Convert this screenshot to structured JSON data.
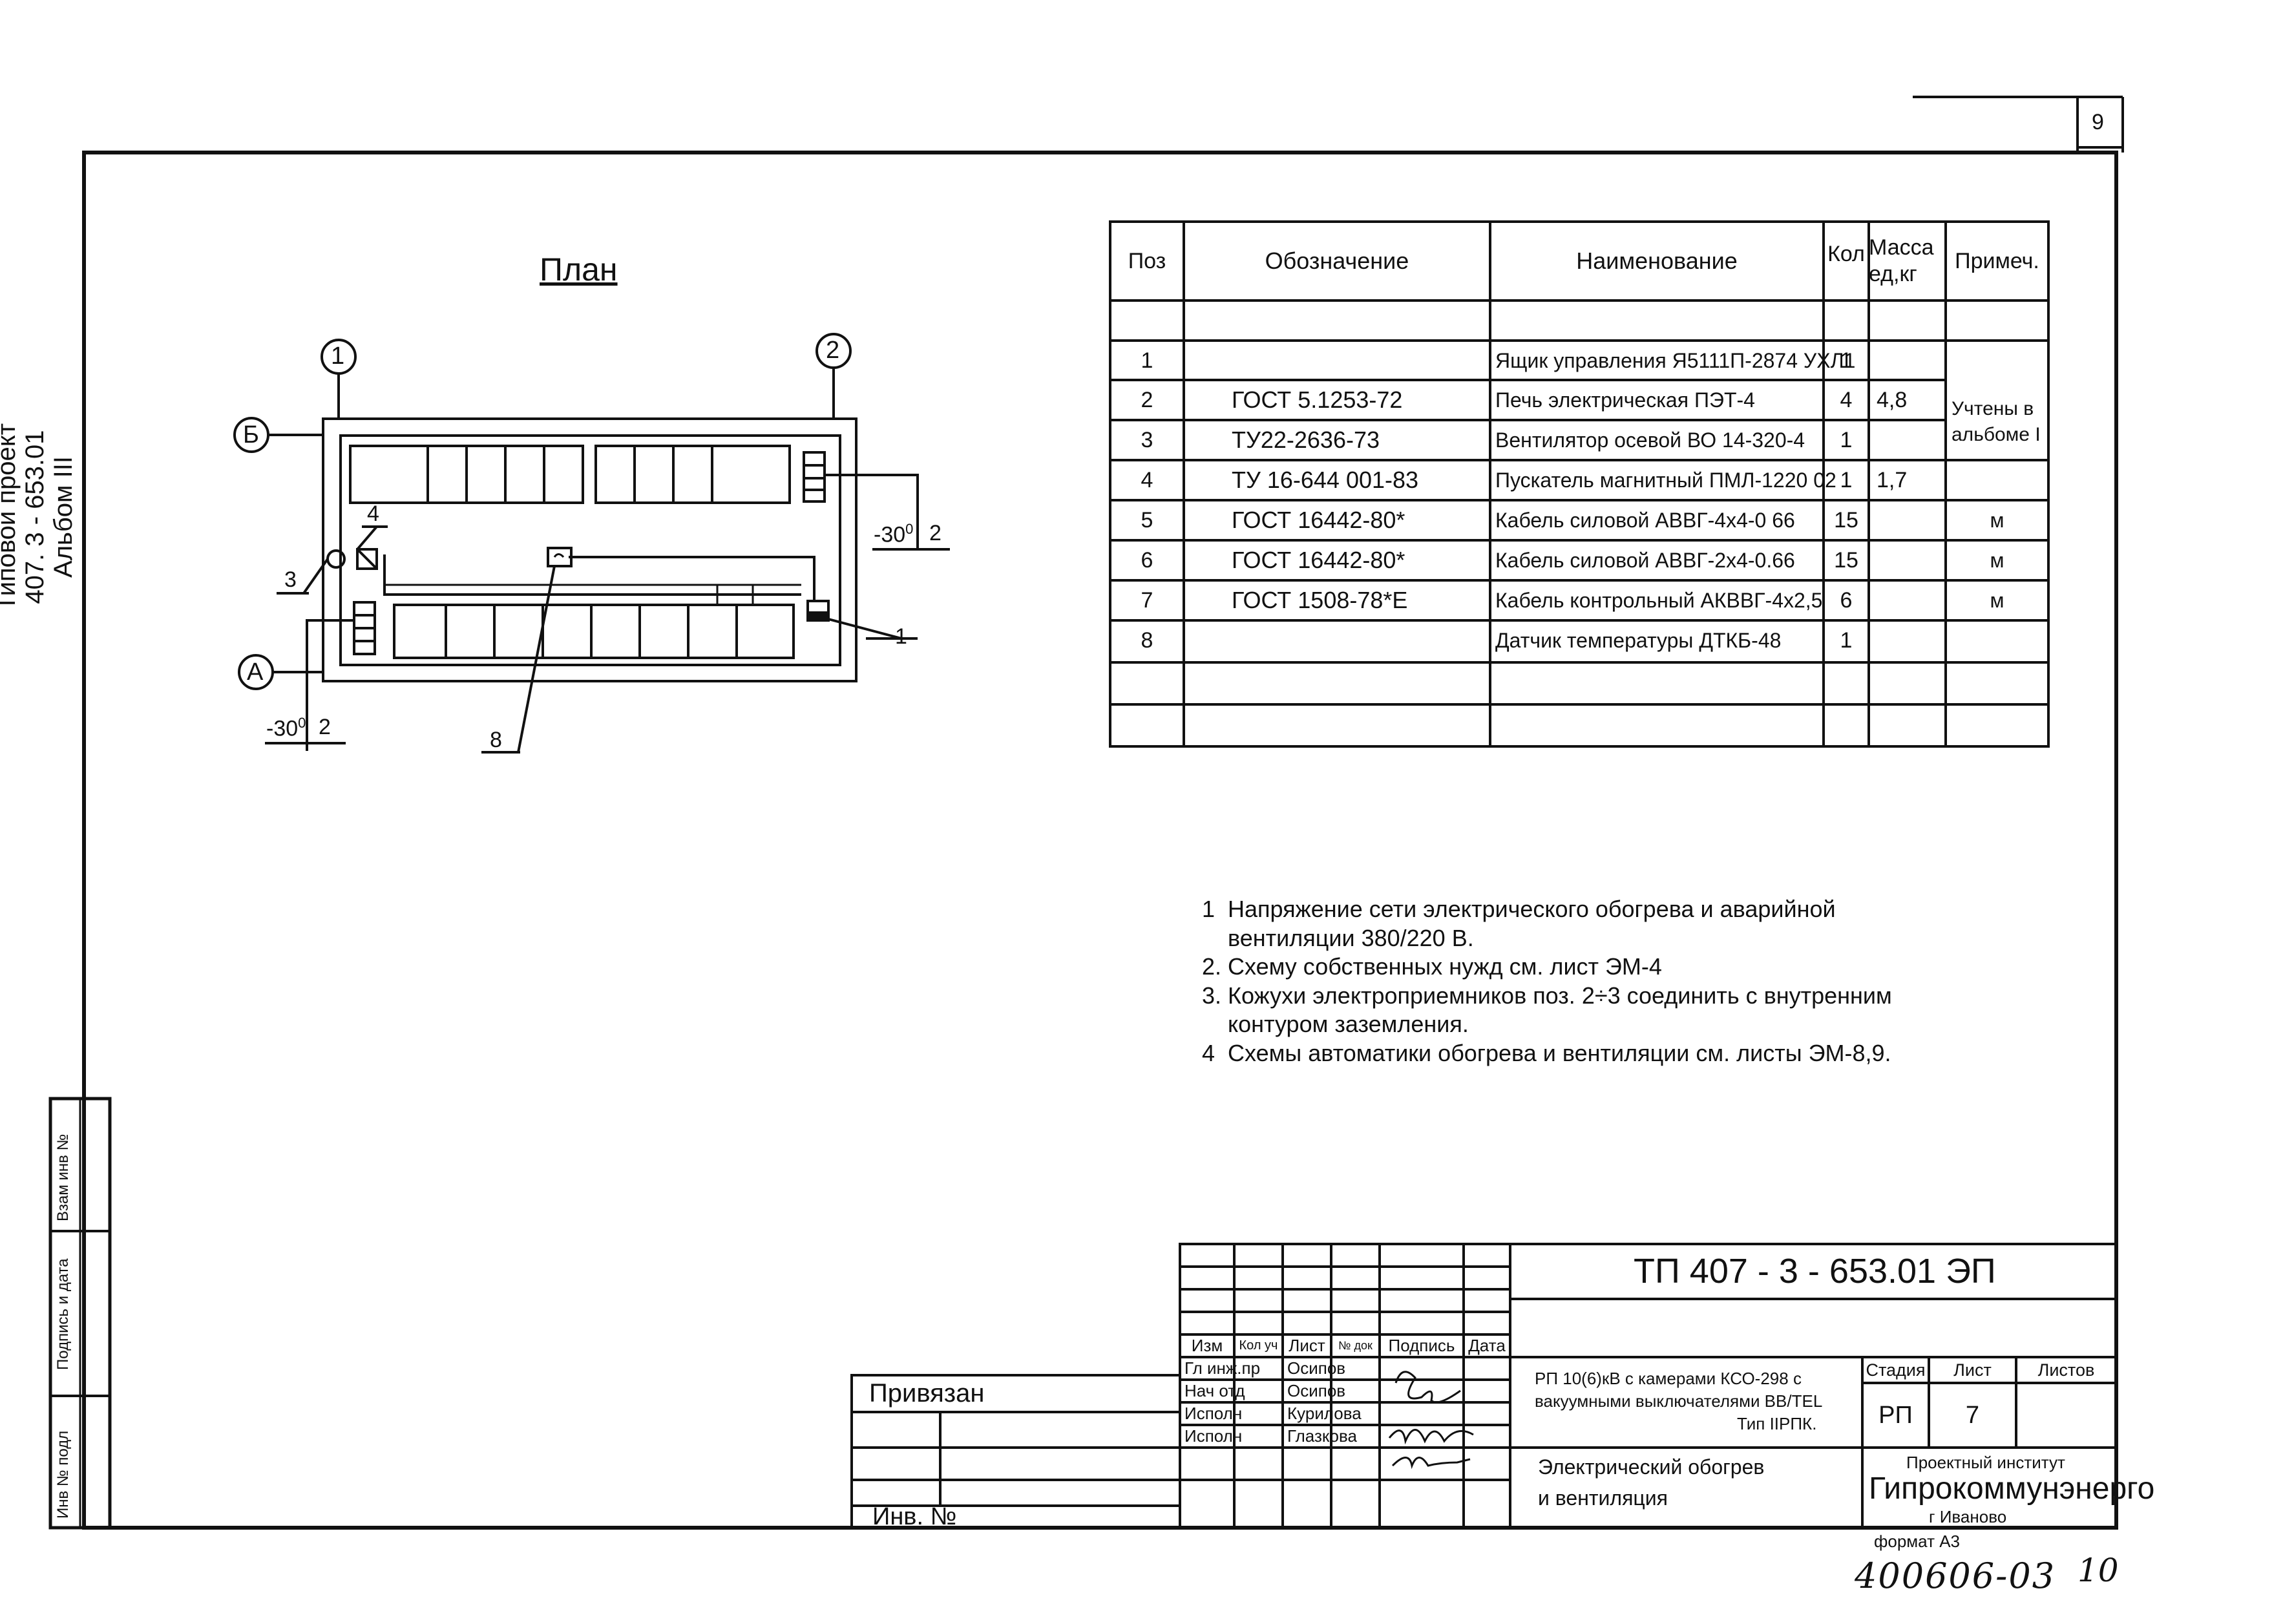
{
  "sheet": {
    "page_number": "9",
    "sheet_number": "10",
    "format_label": "формат А3",
    "inventory_stamp": "400606-03"
  },
  "side_stamp": {
    "line1": "Типовой проект",
    "line2": "407. 3 - 653.01",
    "line3": "Альбом III"
  },
  "left_boxes": [
    "Взам инв №",
    "Подпись и дата",
    "Инв № подл"
  ],
  "plan": {
    "title": "План",
    "axis_1": "1",
    "axis_2": "2",
    "axis_b": "Б",
    "axis_a": "А",
    "callout_1": "1",
    "callout_3": "3",
    "callout_4": "4",
    "callout_8": "8",
    "elev_right": "-30",
    "elev_right_sup": "0",
    "elev_right_sec": "2",
    "elev_left": "-30",
    "elev_left_sup": "0",
    "elev_left_sec": "2"
  },
  "spec_table": {
    "headers": [
      "Поз",
      "Обозначение",
      "Наименование",
      "Кол",
      "Масса ед,кг",
      "Примеч."
    ],
    "rows": [
      {
        "pos": "1",
        "designation": "",
        "name": "Ящик управления Я5111П-2874 УХЛ1",
        "qty": "1",
        "mass": "",
        "note": ""
      },
      {
        "pos": "2",
        "designation": "ГОСТ 5.1253-72",
        "name": "Печь электрическая ПЭТ-4",
        "qty": "4",
        "mass": "4,8",
        "note": ""
      },
      {
        "pos": "3",
        "designation": "ТУ22-2636-73",
        "name": "Вентилятор осевой ВО 14-320-4",
        "qty": "1",
        "mass": "",
        "note": ""
      },
      {
        "pos": "4",
        "designation": "ТУ 16-644 001-83",
        "name": "Пускатель магнитный ПМЛ-1220 02",
        "qty": "1",
        "mass": "1,7",
        "note": ""
      },
      {
        "pos": "5",
        "designation": "ГОСТ 16442-80*",
        "name": "Кабель силовой АВВГ-4х4-0 66",
        "qty": "15",
        "mass": "",
        "note": "м"
      },
      {
        "pos": "6",
        "designation": "ГОСТ 16442-80*",
        "name": "Кабель силовой АВВГ-2х4-0.66",
        "qty": "15",
        "mass": "",
        "note": "м"
      },
      {
        "pos": "7",
        "designation": "ГОСТ 1508-78*Е",
        "name": "Кабель контрольный  АКВВГ-4х2,5",
        "qty": "6",
        "mass": "",
        "note": "м"
      },
      {
        "pos": "8",
        "designation": "",
        "name": "Датчик температуры ДТКБ-48",
        "qty": "1",
        "mass": "",
        "note": ""
      }
    ],
    "merged_note_line1": "Учтены в",
    "merged_note_line2": "альбоме I"
  },
  "notes": [
    "1  Напряжение сети электрического обогрева и аварийной",
    "    вентиляции 380/220 В.",
    "2. Схему собственных нужд см. лист ЭМ-4",
    "3. Кожухи электроприемников поз. 2÷3 соединить с внутренним",
    "    контуром заземления.",
    "4  Схемы автоматики обогрева и вентиляции см. листы ЭМ-8,9."
  ],
  "title_block": {
    "code": "ТП   407 - 3 - 653.01   ЭП",
    "bound_label": "Привязан",
    "inv_label": "Инв. №",
    "change_headers": [
      "Изм",
      "Кол уч",
      "Лист",
      "№ док",
      "Подпись",
      "Дата"
    ],
    "signers": [
      {
        "role": "Гл инж.пр",
        "name": "Осипов"
      },
      {
        "role": "Нач  отд",
        "name": "Осипов"
      },
      {
        "role": "Исполн",
        "name": "Курилова"
      },
      {
        "role": "Исполн",
        "name": "Глазкова"
      }
    ],
    "object_line1": "РП 10(6)кВ с камерами КСО-298 с",
    "object_line2": "вакуумными выключателями BB/TEL",
    "object_line3": "Тип IIРПК.",
    "doc_line1": "Электрический обогрев",
    "doc_line2": "и вентиляция",
    "stage_label": "Стадия",
    "sheet_label": "Лист",
    "sheets_label": "Листов",
    "stage_value": "РП",
    "sheet_value": "7",
    "org_line1": "Проектный институт",
    "org_line2": "Гипрокоммунэнерго",
    "org_line3": "г  Иваново"
  }
}
